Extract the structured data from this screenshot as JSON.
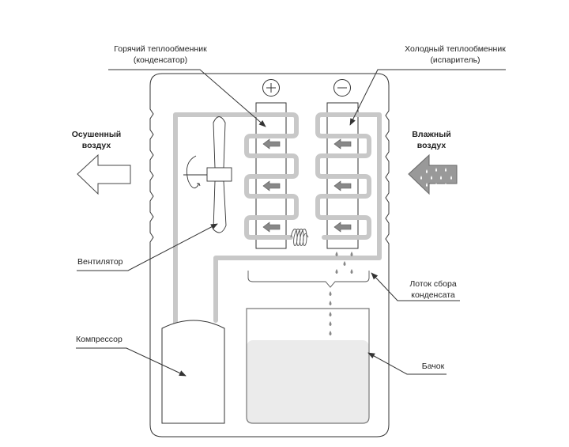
{
  "labels": {
    "condenser_line1": "Горячий теплообменник",
    "condenser_line2": "(конденсатор)",
    "evaporator_line1": "Холодный теплообменник",
    "evaporator_line2": "(испаритель)",
    "dry_air_line1": "Осушенный",
    "dry_air_line2": "воздух",
    "humid_air_line1": "Влажный",
    "humid_air_line2": "воздух",
    "fan": "Вентилятор",
    "compressor": "Компрессор",
    "tray_line1": "Лоток сбора",
    "tray_line2": "конденсата",
    "tank": "Бачок",
    "plus": "+",
    "minus": "−"
  },
  "colors": {
    "pipe": "#c8c8c8",
    "flow_arrow": "#888888",
    "water": "#ebebeb",
    "outline": "#333333"
  }
}
